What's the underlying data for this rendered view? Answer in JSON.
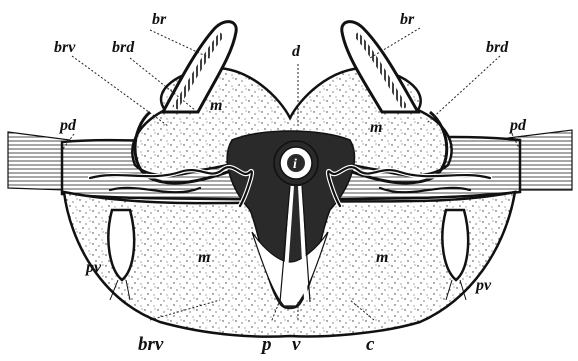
{
  "labels": {
    "br_left": "br",
    "br_right": "br",
    "brv": "brv",
    "brd_left": "brd",
    "brd_right": "brd",
    "d": "d",
    "pd_left": "pd",
    "pd_right": "pd",
    "m_upper_left": "m",
    "m_upper_right": "m",
    "m_lower_left": "m",
    "m_lower_right": "m",
    "center": "i",
    "pv_left": "pv",
    "pv_right": "pv",
    "bottom_brv": "brv",
    "bottom_p": "p",
    "bottom_v": "v",
    "bottom_c": "c"
  },
  "colors": {
    "ink": "#111111",
    "dark_fill": "#2a2a2a",
    "paper": "#ffffff"
  }
}
